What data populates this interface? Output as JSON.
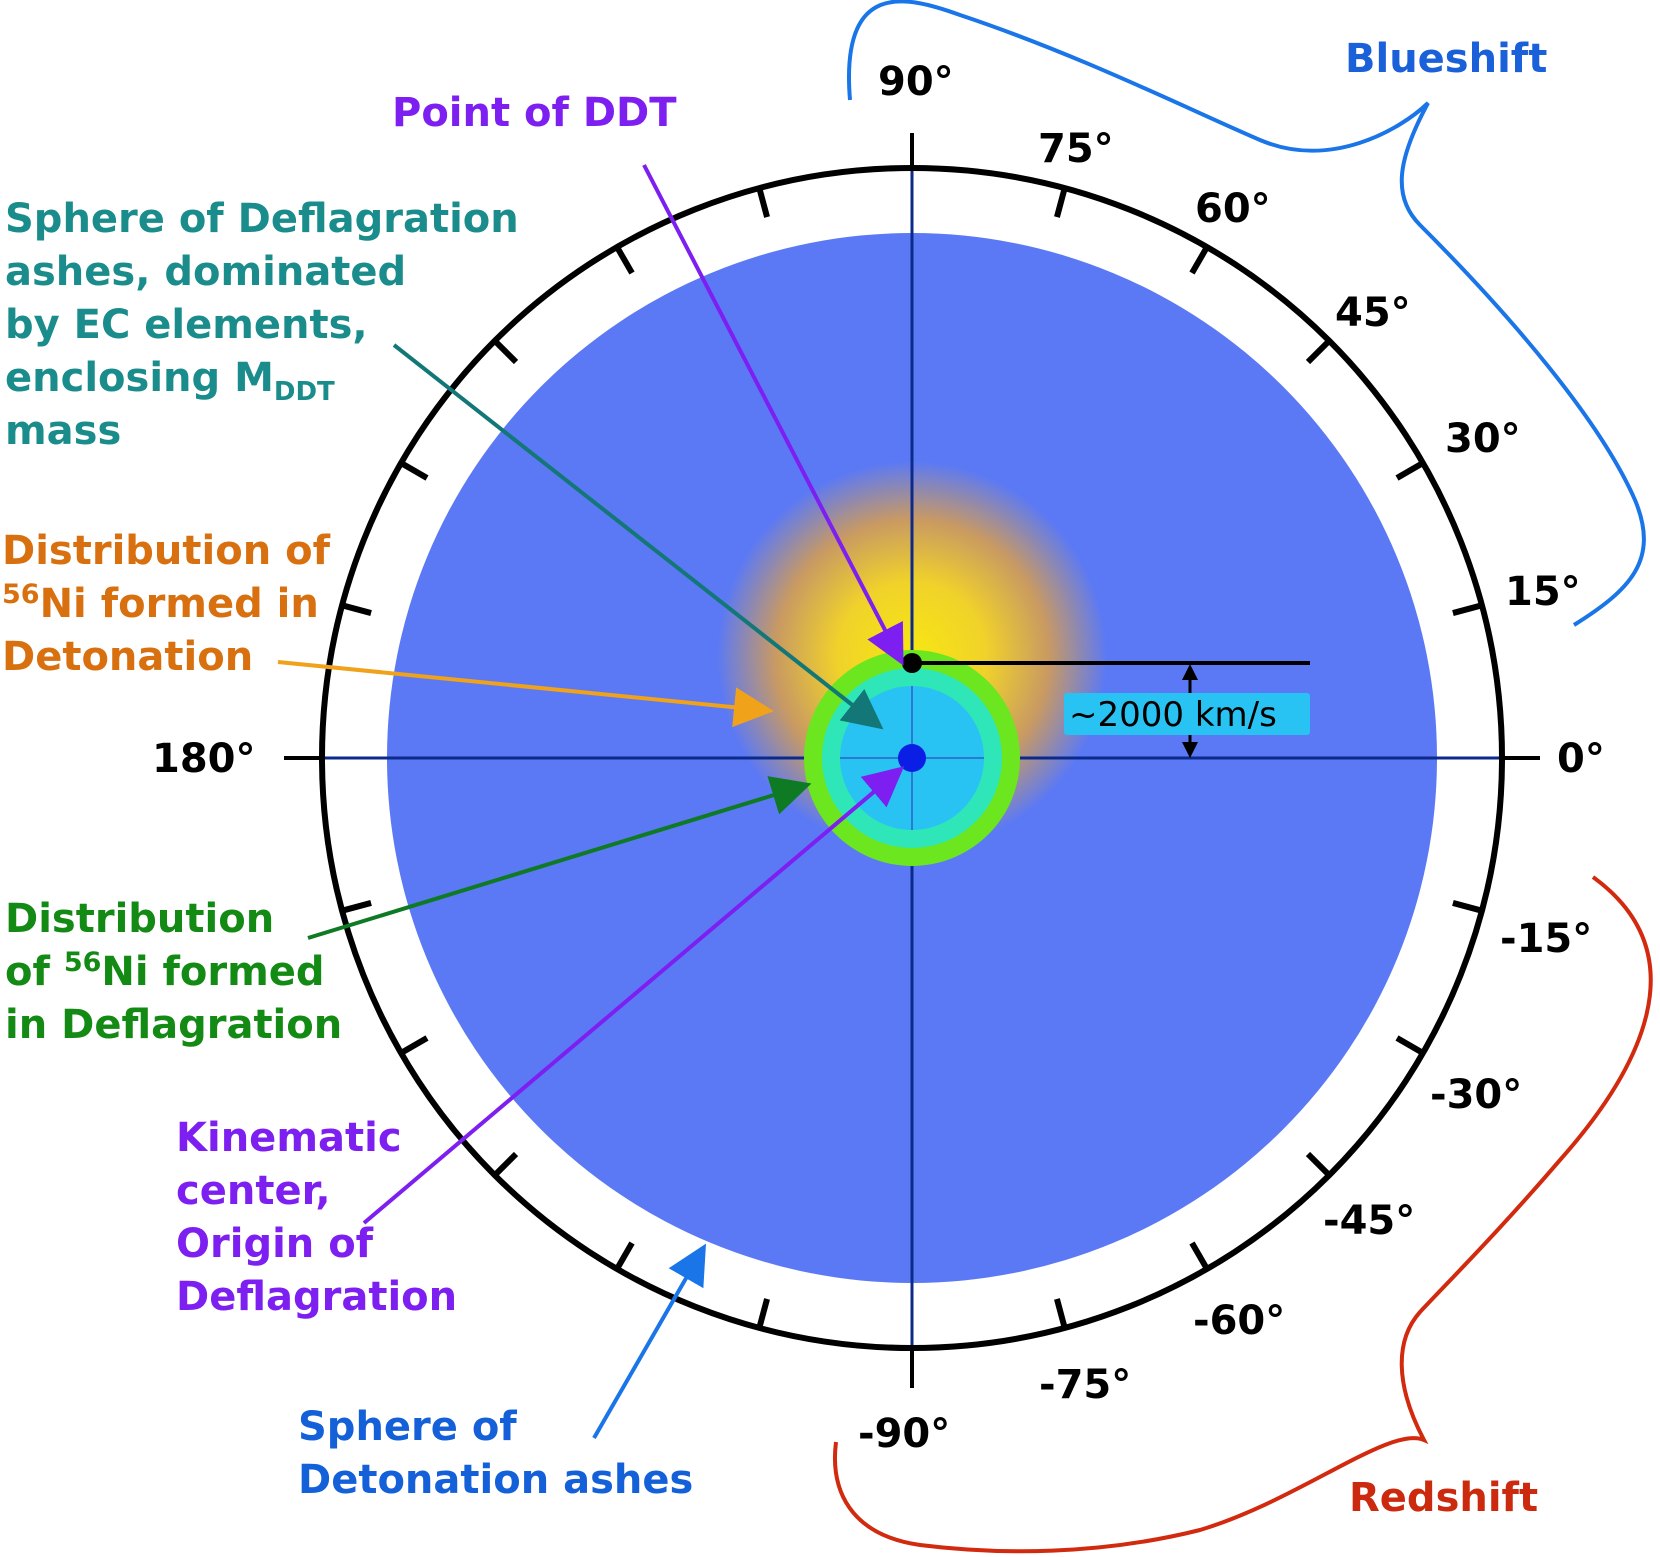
{
  "colors": {
    "detonation_sphere": "#5b79f5",
    "deflagration_core": "#28c3f2",
    "ni_deflagration_ring": "#6ce61f",
    "ni_deflagration_inner_ring": "#2ee6b8",
    "ni_detonation_glow": "#f7dd12",
    "kinematic_center": "#0a1ee6",
    "blueshift": "#1a75e8",
    "redshift": "#d12a0e",
    "label_purple": "#7d1ff0",
    "label_teal": "#1a8c8c",
    "label_orange": "#d9700f",
    "label_green": "#138a14",
    "label_blue": "#1460d9"
  },
  "angles": [
    "90°",
    "75°",
    "60°",
    "45°",
    "30°",
    "15°",
    "0°",
    "-15°",
    "-30°",
    "-45°",
    "-60°",
    "-75°",
    "-90°",
    "180°"
  ],
  "blueshift": "Blueshift",
  "redshift": "Redshift",
  "velocity": "~2000 km/s",
  "labels": {
    "ddt": "Point of DDT",
    "defl_sphere": {
      "line1": "Sphere of Deflagration",
      "line2": "ashes, dominated",
      "line3": "by EC elements,",
      "line4_pre": "enclosing M",
      "line4_sub": "DDT",
      "line5": "mass"
    },
    "ni_det": {
      "line1": "Distribution of",
      "line2_sup": "56",
      "line2_rest": "Ni formed in",
      "line3": "Detonation"
    },
    "ni_defl": {
      "line1": "Distribution",
      "line2_pre": "of ",
      "line2_sup": "56",
      "line2_rest": "Ni formed",
      "line3": "in Deflagration"
    },
    "kinematic": {
      "line1": "Kinematic",
      "line2": "center,",
      "line3": "Origin of",
      "line4": "Deflagration"
    },
    "det_sphere": {
      "line1": "Sphere of",
      "line2": "Detonation ashes"
    }
  }
}
